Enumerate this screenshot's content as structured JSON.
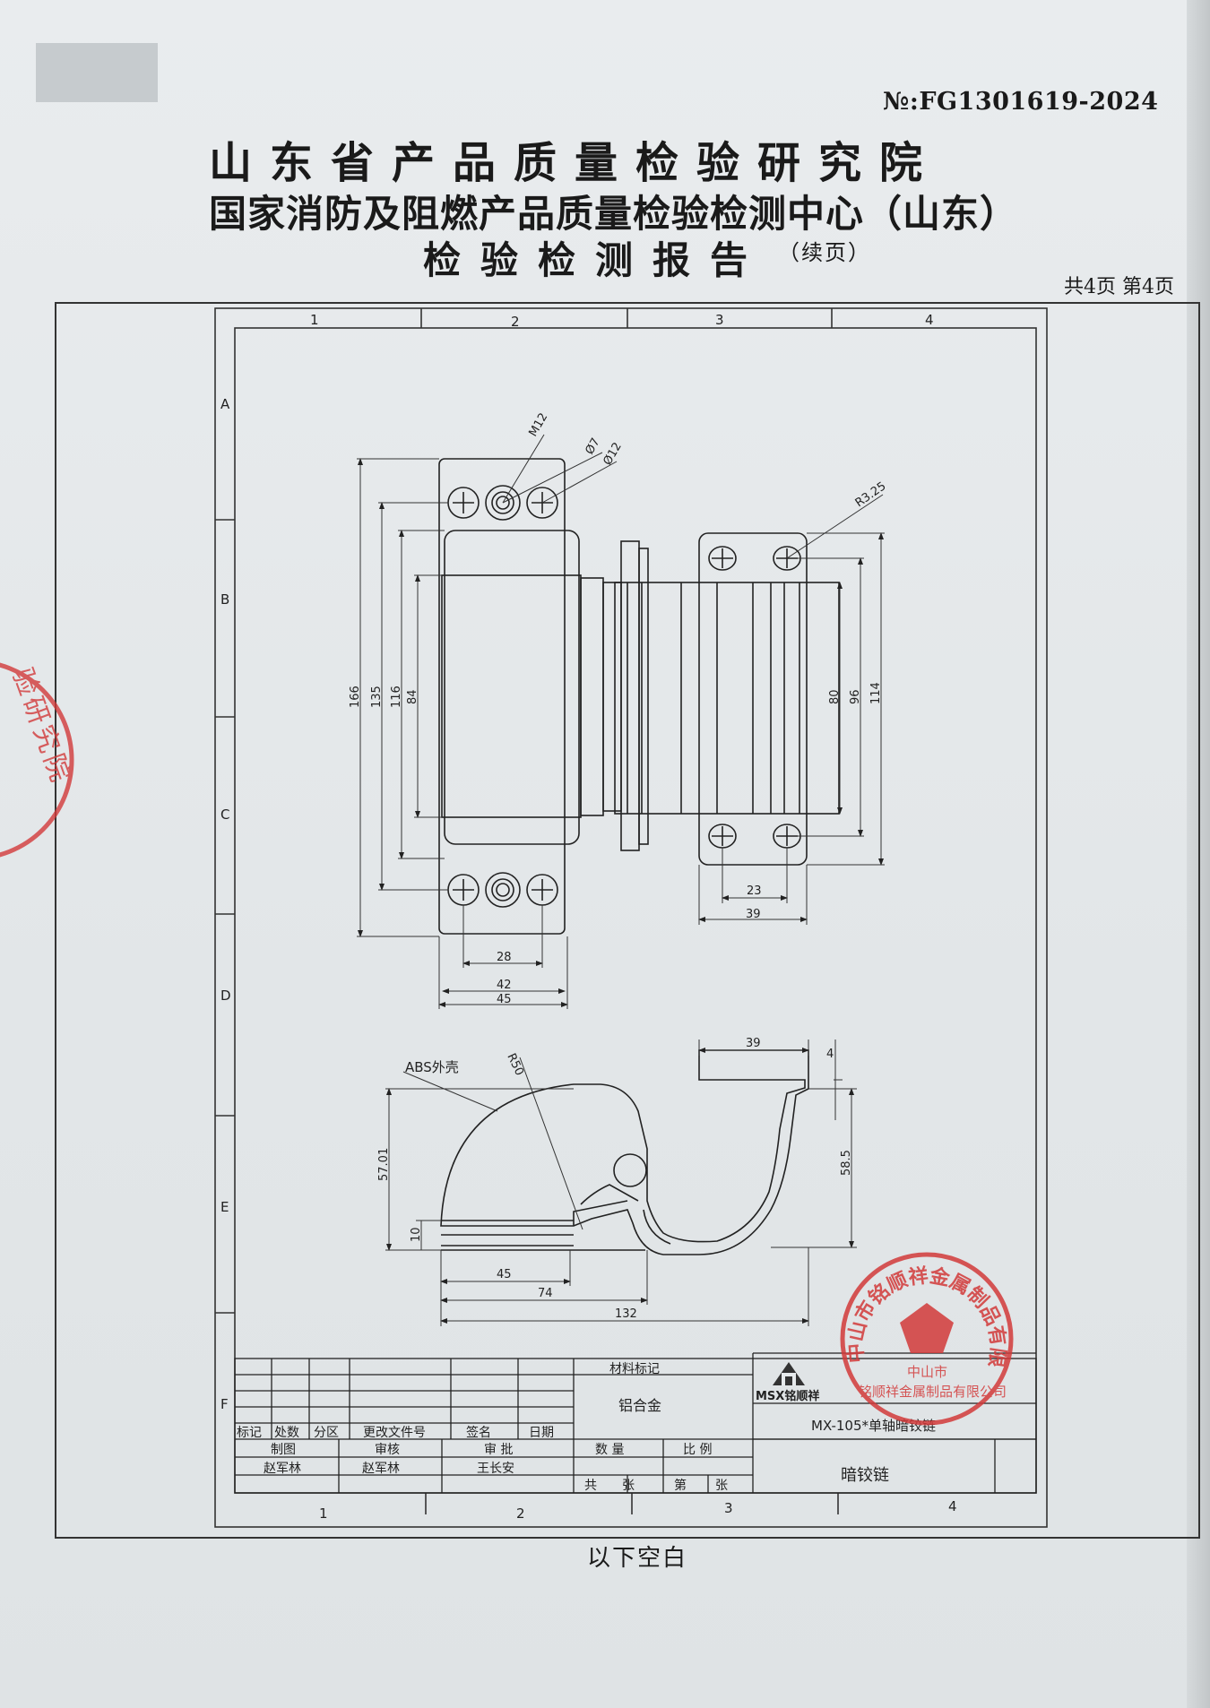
{
  "header": {
    "report_no": "№:FG1301619-2024",
    "institute": "山东省产品质量检验研究院",
    "center": "国家消防及阻燃产品质量检验检测中心（山东）",
    "report_title": "检验检测报告",
    "continued": "（续页）",
    "page_info": "共4页  第4页"
  },
  "drawing": {
    "zones_top": [
      "1",
      "2",
      "3",
      "4"
    ],
    "zones_bottom": [
      "1",
      "2",
      "3",
      "4"
    ],
    "zones_left": [
      "A",
      "B",
      "C",
      "D",
      "E",
      "F"
    ],
    "callouts": {
      "m12": "M12",
      "phi7": "Ø7",
      "phi12": "Ø12",
      "r325": "R3.25",
      "abs": "ABS外壳",
      "r50": "R50"
    },
    "dims": {
      "d166": "166",
      "d135": "135",
      "d116": "116",
      "d84": "84",
      "d80": "80",
      "d96": "96",
      "d114": "114",
      "d28": "28",
      "d42": "42",
      "d45": "45",
      "d23": "23",
      "d39": "39",
      "side_39": "39",
      "side_4": "4",
      "side_5701": "57.01",
      "side_585": "58.5",
      "side_10": "10",
      "side_45": "45",
      "side_74": "74",
      "side_132": "132"
    },
    "title_block": {
      "material_heading": "材料标记",
      "material": "铝合金",
      "rev_headers": [
        "标记",
        "处数",
        "分区",
        "更改文件号",
        "签名",
        "日期"
      ],
      "role_labels": [
        "制图",
        "审核",
        "审 批"
      ],
      "role_names": [
        "赵军林",
        "赵军林",
        "王长安"
      ],
      "qty_label": "数 量",
      "scale_label": "比 例",
      "total_label": "共",
      "sheet_label": "张",
      "page_label": "第",
      "sheet_label2": "张",
      "company_logo": "MSX铭顺祥",
      "model": "MX-105*单轴暗铰链",
      "part_name": "暗铰链"
    }
  },
  "stamps": {
    "company_stamp": "中山市铭顺祥金属制品有限公司",
    "company_stamp_center": "中山市",
    "company_stamp_sub": "铭顺祥金属制品有限公司",
    "institute_stamp_partial": "验研究院"
  },
  "footer": {
    "below_blank": "以下空白"
  },
  "colors": {
    "ink": "#1a1a1a",
    "stamp_red": "#d23a3a",
    "paper": "#e6eaec"
  }
}
